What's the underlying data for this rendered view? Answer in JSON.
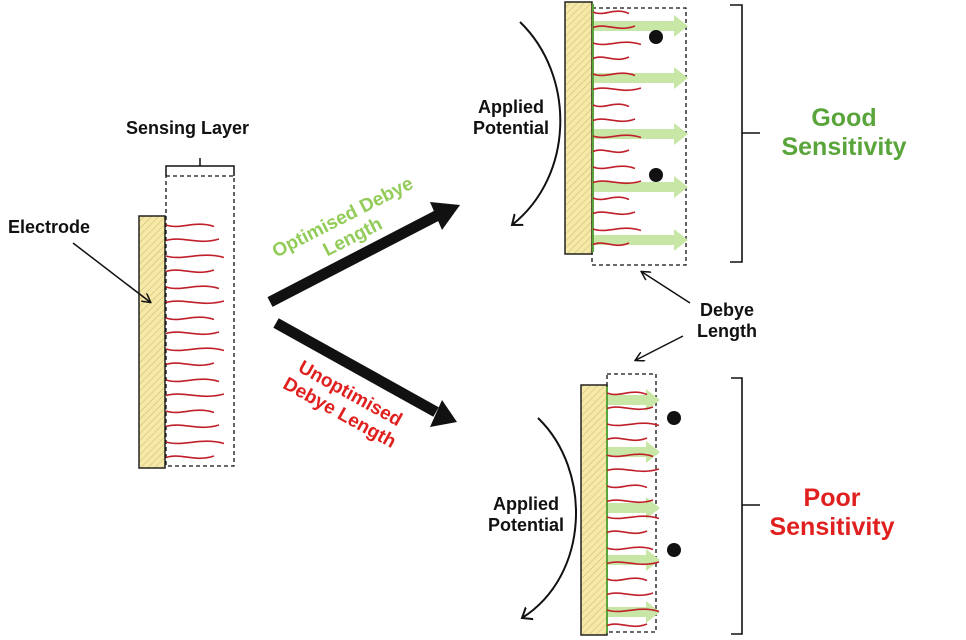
{
  "labels": {
    "sensing_layer": "Sensing Layer",
    "electrode": "Electrode",
    "applied_potential_top": [
      "Applied",
      "Potential"
    ],
    "applied_potential_bottom": [
      "Applied",
      "Potential"
    ],
    "optimised": [
      "Optimised Debye",
      "Length"
    ],
    "unoptimised": [
      "Unoptimised",
      "Debye Length"
    ],
    "good": [
      "Good",
      "Sensitivity"
    ],
    "poor": [
      "Poor",
      "Sensitivity"
    ],
    "debye_length": [
      "Debye",
      "Length"
    ]
  },
  "colors": {
    "electrode_fill": "#f6e9a8",
    "electrode_stroke": "#222222",
    "strand": "#c0202a",
    "receptor": "#1e9bd6",
    "target": "#111111",
    "field_arrow": "#c8e6a6",
    "green_text": "#5aa53b",
    "light_green_text": "#93cc59",
    "red_text": "#e0201e"
  },
  "icons": {
    "receptor": "receptor-icon",
    "target": "target-molecule-icon",
    "arrow": "arrow-icon"
  }
}
